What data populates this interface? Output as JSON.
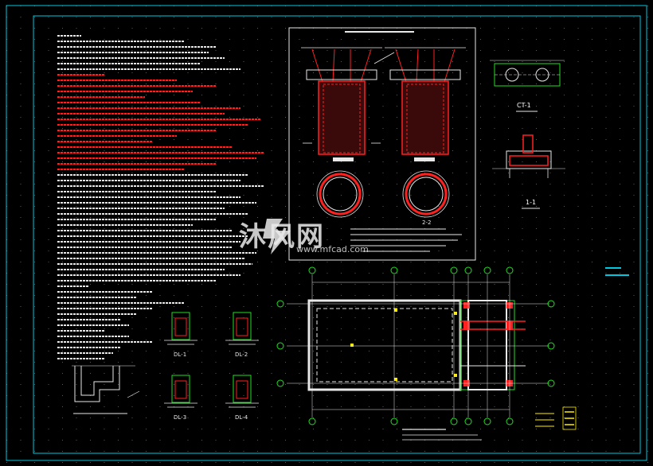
{
  "drawing": {
    "background": "#000000",
    "border_color": "#00c8e0",
    "colors": {
      "red": "#ff2020",
      "white": "#e8e8e8",
      "green": "#20e020",
      "yellow": "#ffee00",
      "cyan": "#00c8e0"
    }
  },
  "labels": {
    "ct1": "CT-1",
    "section11": "1-1",
    "section22": "2-2",
    "dl1": "DL-1",
    "dl2": "DL-2",
    "dl3": "DL-3",
    "dl4": "DL-4",
    "watermark": "沐风网",
    "watermark_url": "www.mfcad.com"
  }
}
